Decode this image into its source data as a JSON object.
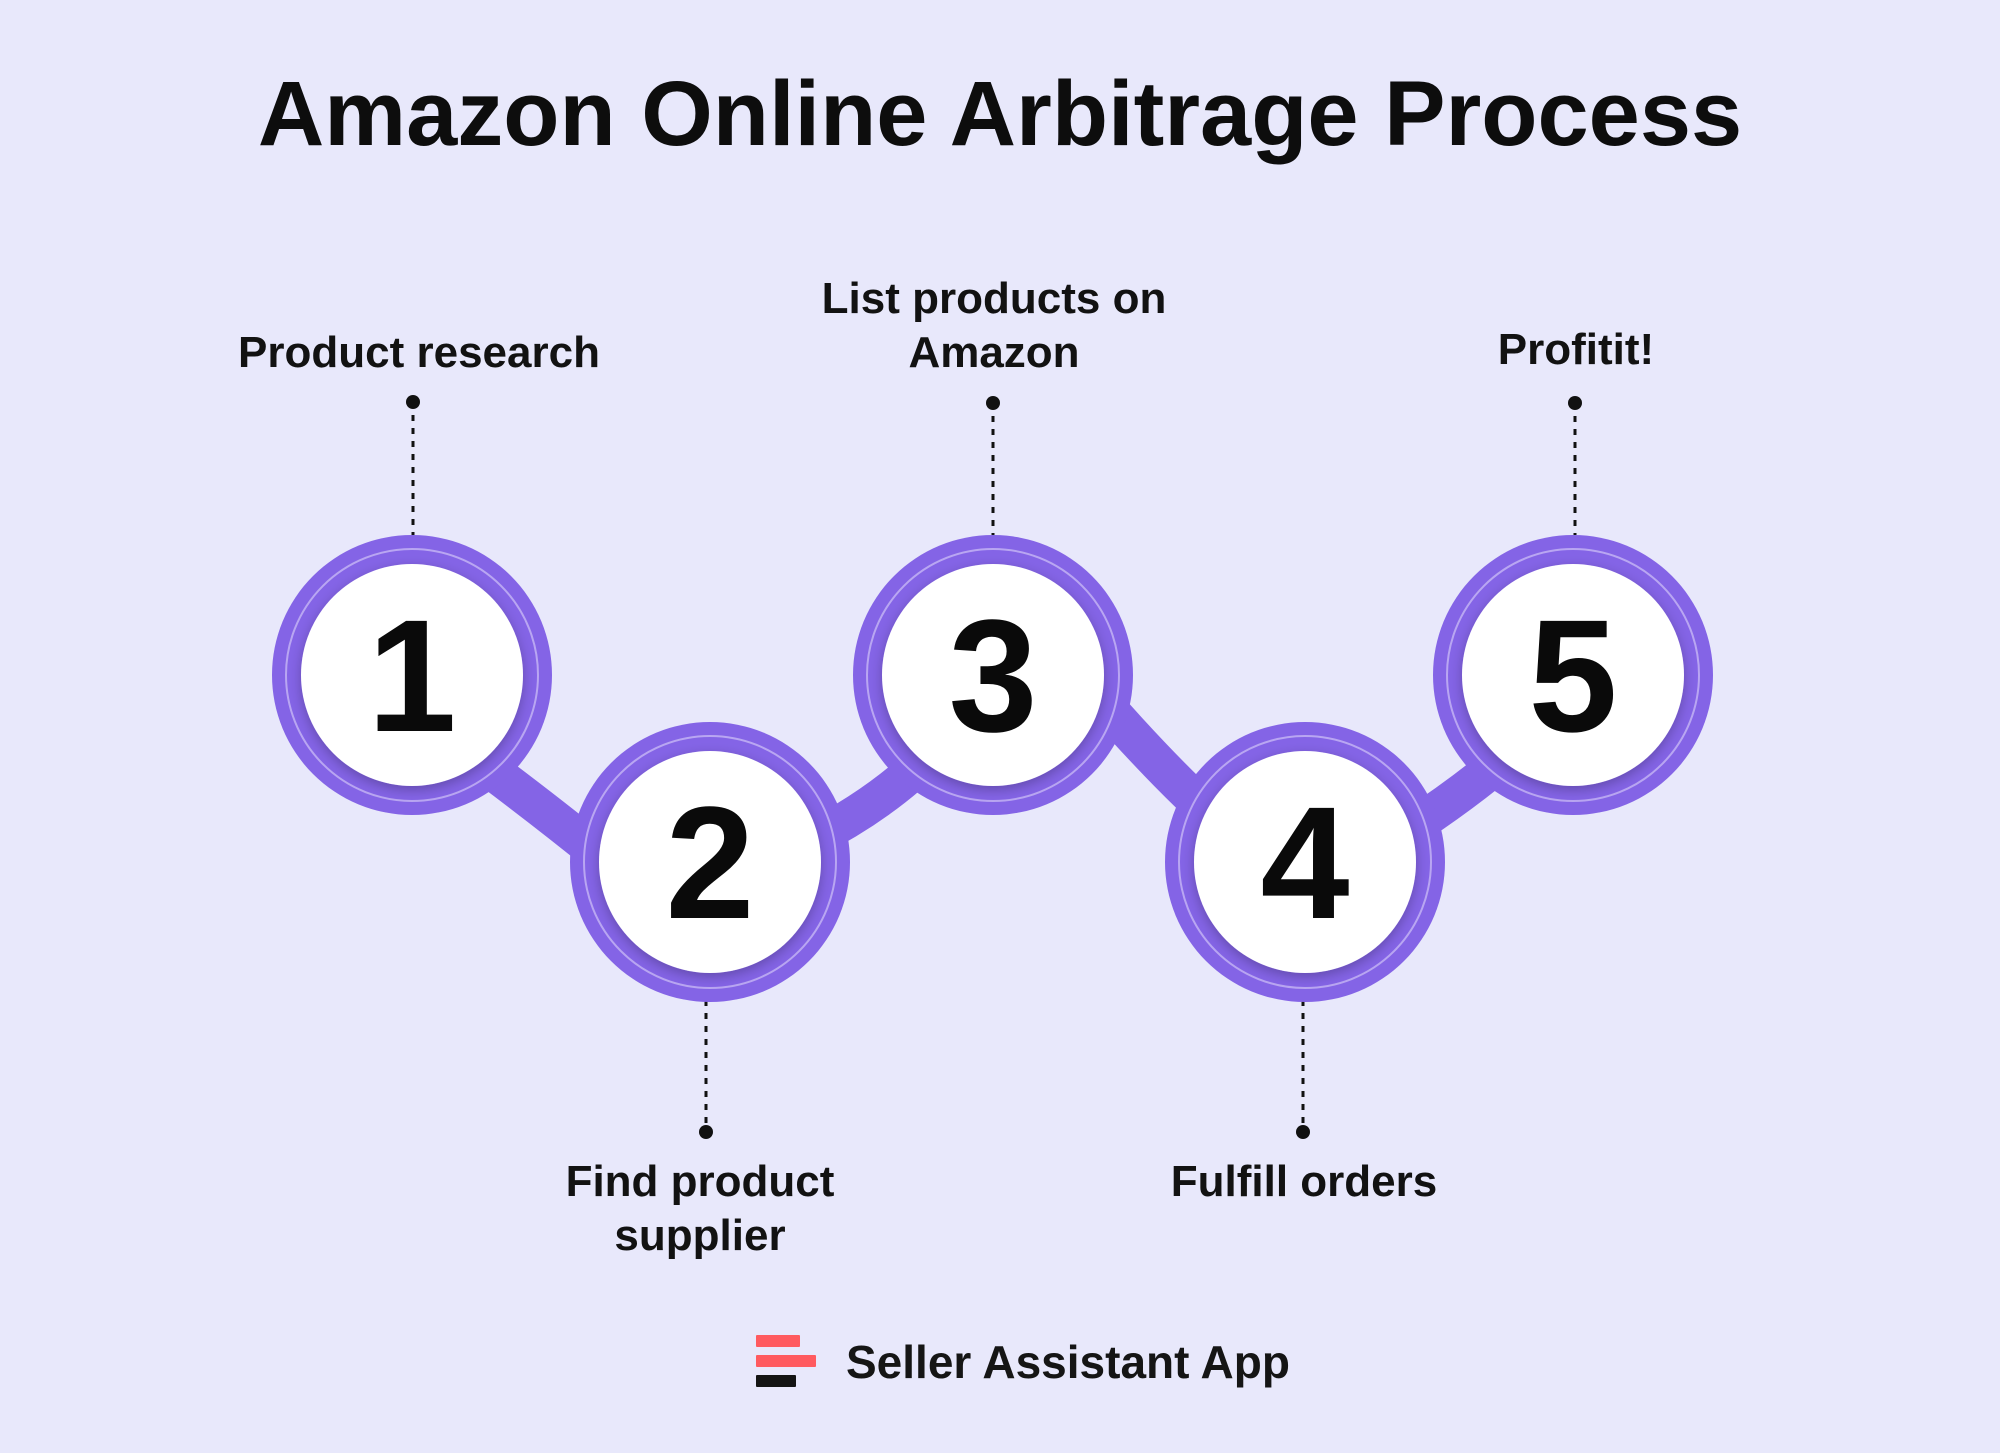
{
  "title": "Amazon Online Arbitrage Process",
  "steps": [
    {
      "number": "1",
      "label_lines": [
        "Product research"
      ]
    },
    {
      "number": "2",
      "label_lines": [
        "Find product",
        "supplier"
      ]
    },
    {
      "number": "3",
      "label_lines": [
        "List products on",
        "Amazon"
      ]
    },
    {
      "number": "4",
      "label_lines": [
        "Fulfill orders"
      ]
    },
    {
      "number": "5",
      "label_lines": [
        "Profitit!"
      ]
    }
  ],
  "footer": {
    "brand": "Seller Assistant App",
    "logo_icon": "seller-assistant-logo-icon"
  },
  "colors": {
    "background": "#e8e8fb",
    "accent": "#8464e6",
    "accent_ring": "#b9a6f2",
    "circle_fill": "#ffffff",
    "text": "#0d0d0d",
    "logo_red": "#ff5a5f",
    "logo_dark": "#141414"
  }
}
